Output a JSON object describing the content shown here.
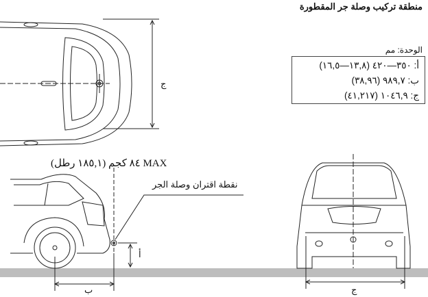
{
  "title": "منطقة تركيب وصلة جر المقطورة",
  "unit_label": "الوحدة: مم",
  "specs": [
    {
      "label": "أ:",
      "value": "٣٥٠—٤٢٠ (١٣,٨—١٦,٥)"
    },
    {
      "label": "ب:",
      "value": "٩٨٩,٧ (٣٨,٩٦)"
    },
    {
      "label": "ج:",
      "value": "١٠٤٦,٩ (٤١,٢١٧)"
    }
  ],
  "max_load_label": "MAX ٨٤ كجم (١٨٥,١ رطل)",
  "coupling_point_label": "نقطة اقتران وصلة الجر",
  "dimension_labels": {
    "a": "أ",
    "b": "ب",
    "c_top": "ج",
    "c_rear": "ج"
  }
}
